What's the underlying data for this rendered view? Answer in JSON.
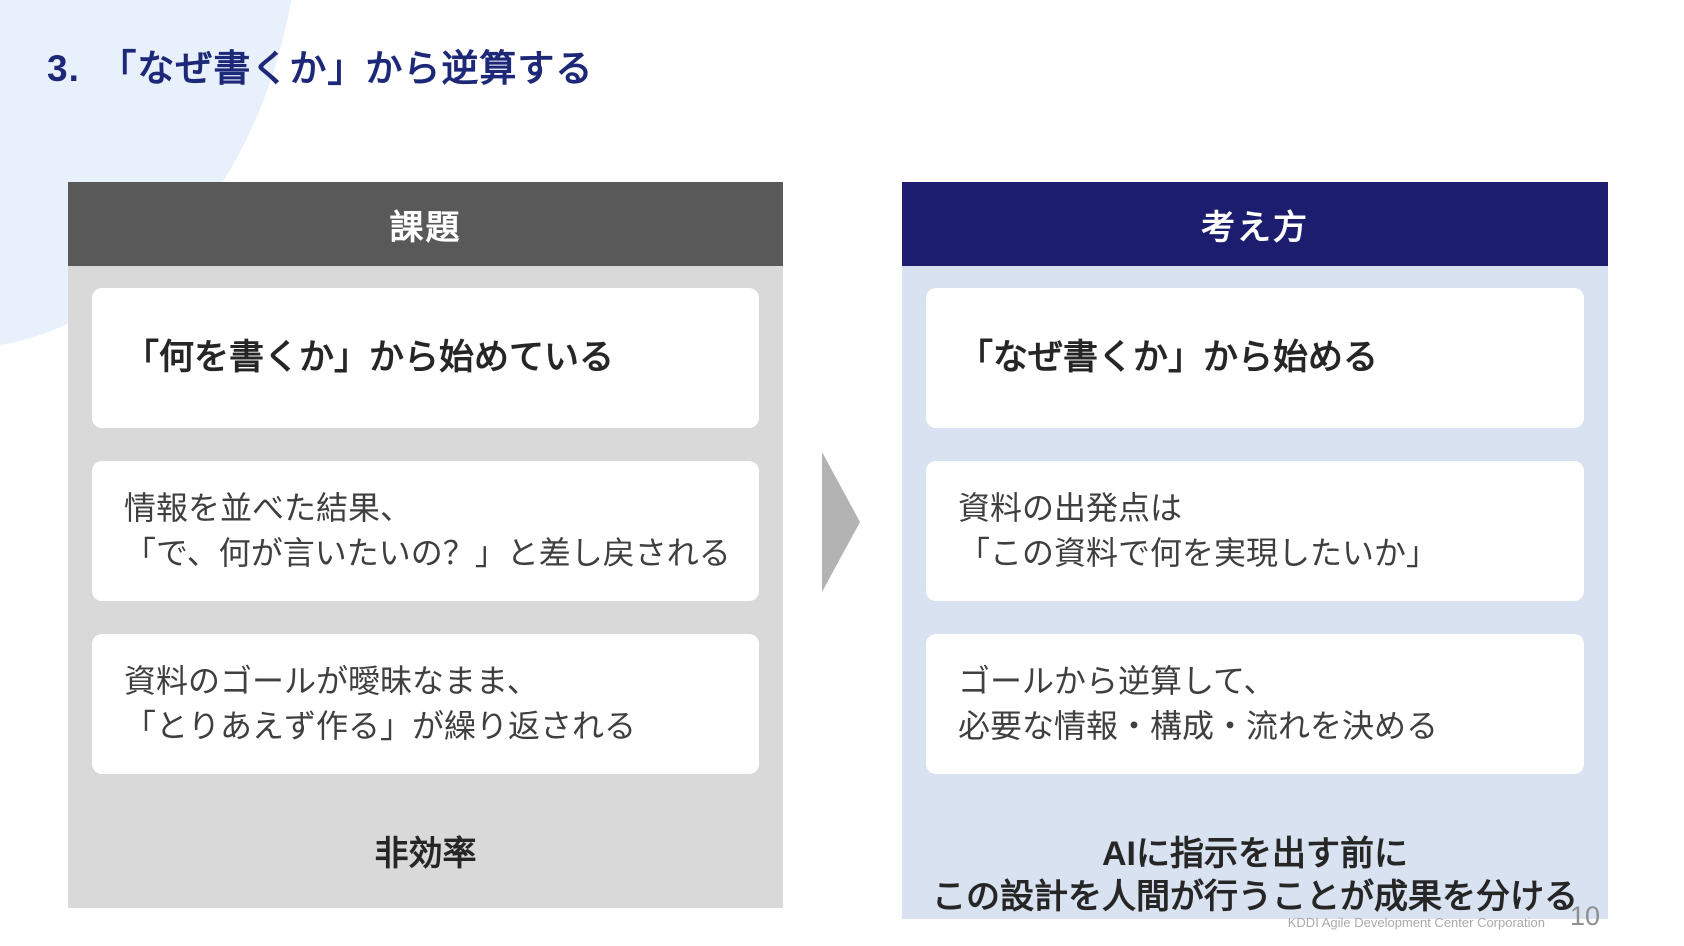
{
  "slide": {
    "title": "3.　「なぜ書くか」から逆算する",
    "footer": {
      "company": "KDDI Agile Development Center Corporation",
      "page_number": "10"
    }
  },
  "left_panel": {
    "header": "課題",
    "cards": [
      {
        "emphasis": true,
        "lines": [
          "「何を書くか」から始めている"
        ]
      },
      {
        "emphasis": false,
        "lines": [
          "情報を並べた結果、",
          "「で、何が言いたいの？」と差し戻される"
        ]
      },
      {
        "emphasis": false,
        "lines": [
          "資料のゴールが曖昧なまま、",
          "「とりあえず作る」が繰り返される"
        ]
      }
    ],
    "conclusion": "非効率"
  },
  "right_panel": {
    "header": "考え方",
    "cards": [
      {
        "emphasis": true,
        "lines": [
          "「なぜ書くか」から始める"
        ]
      },
      {
        "emphasis": false,
        "lines": [
          "資料の出発点は",
          "「この資料で何を実現したいか」"
        ]
      },
      {
        "emphasis": false,
        "lines": [
          "ゴールから逆算して、",
          "必要な情報・構成・流れを決める"
        ]
      }
    ],
    "conclusion_lines": [
      "AIに指示を出す前に",
      "この設計を人間が行うことが成果を分ける"
    ]
  },
  "colors": {
    "title_navy": "#1e2878",
    "left_header_bg": "#595959",
    "left_body_bg": "#d9d9d9",
    "right_header_bg": "#1d1d6f",
    "right_body_bg": "#d9e2f0",
    "card_bg": "#ffffff",
    "arrow_gray": "#b3b3b3",
    "corner_blob_blue": "#e7f0fb",
    "footer_gray": "#a9a9a9"
  }
}
